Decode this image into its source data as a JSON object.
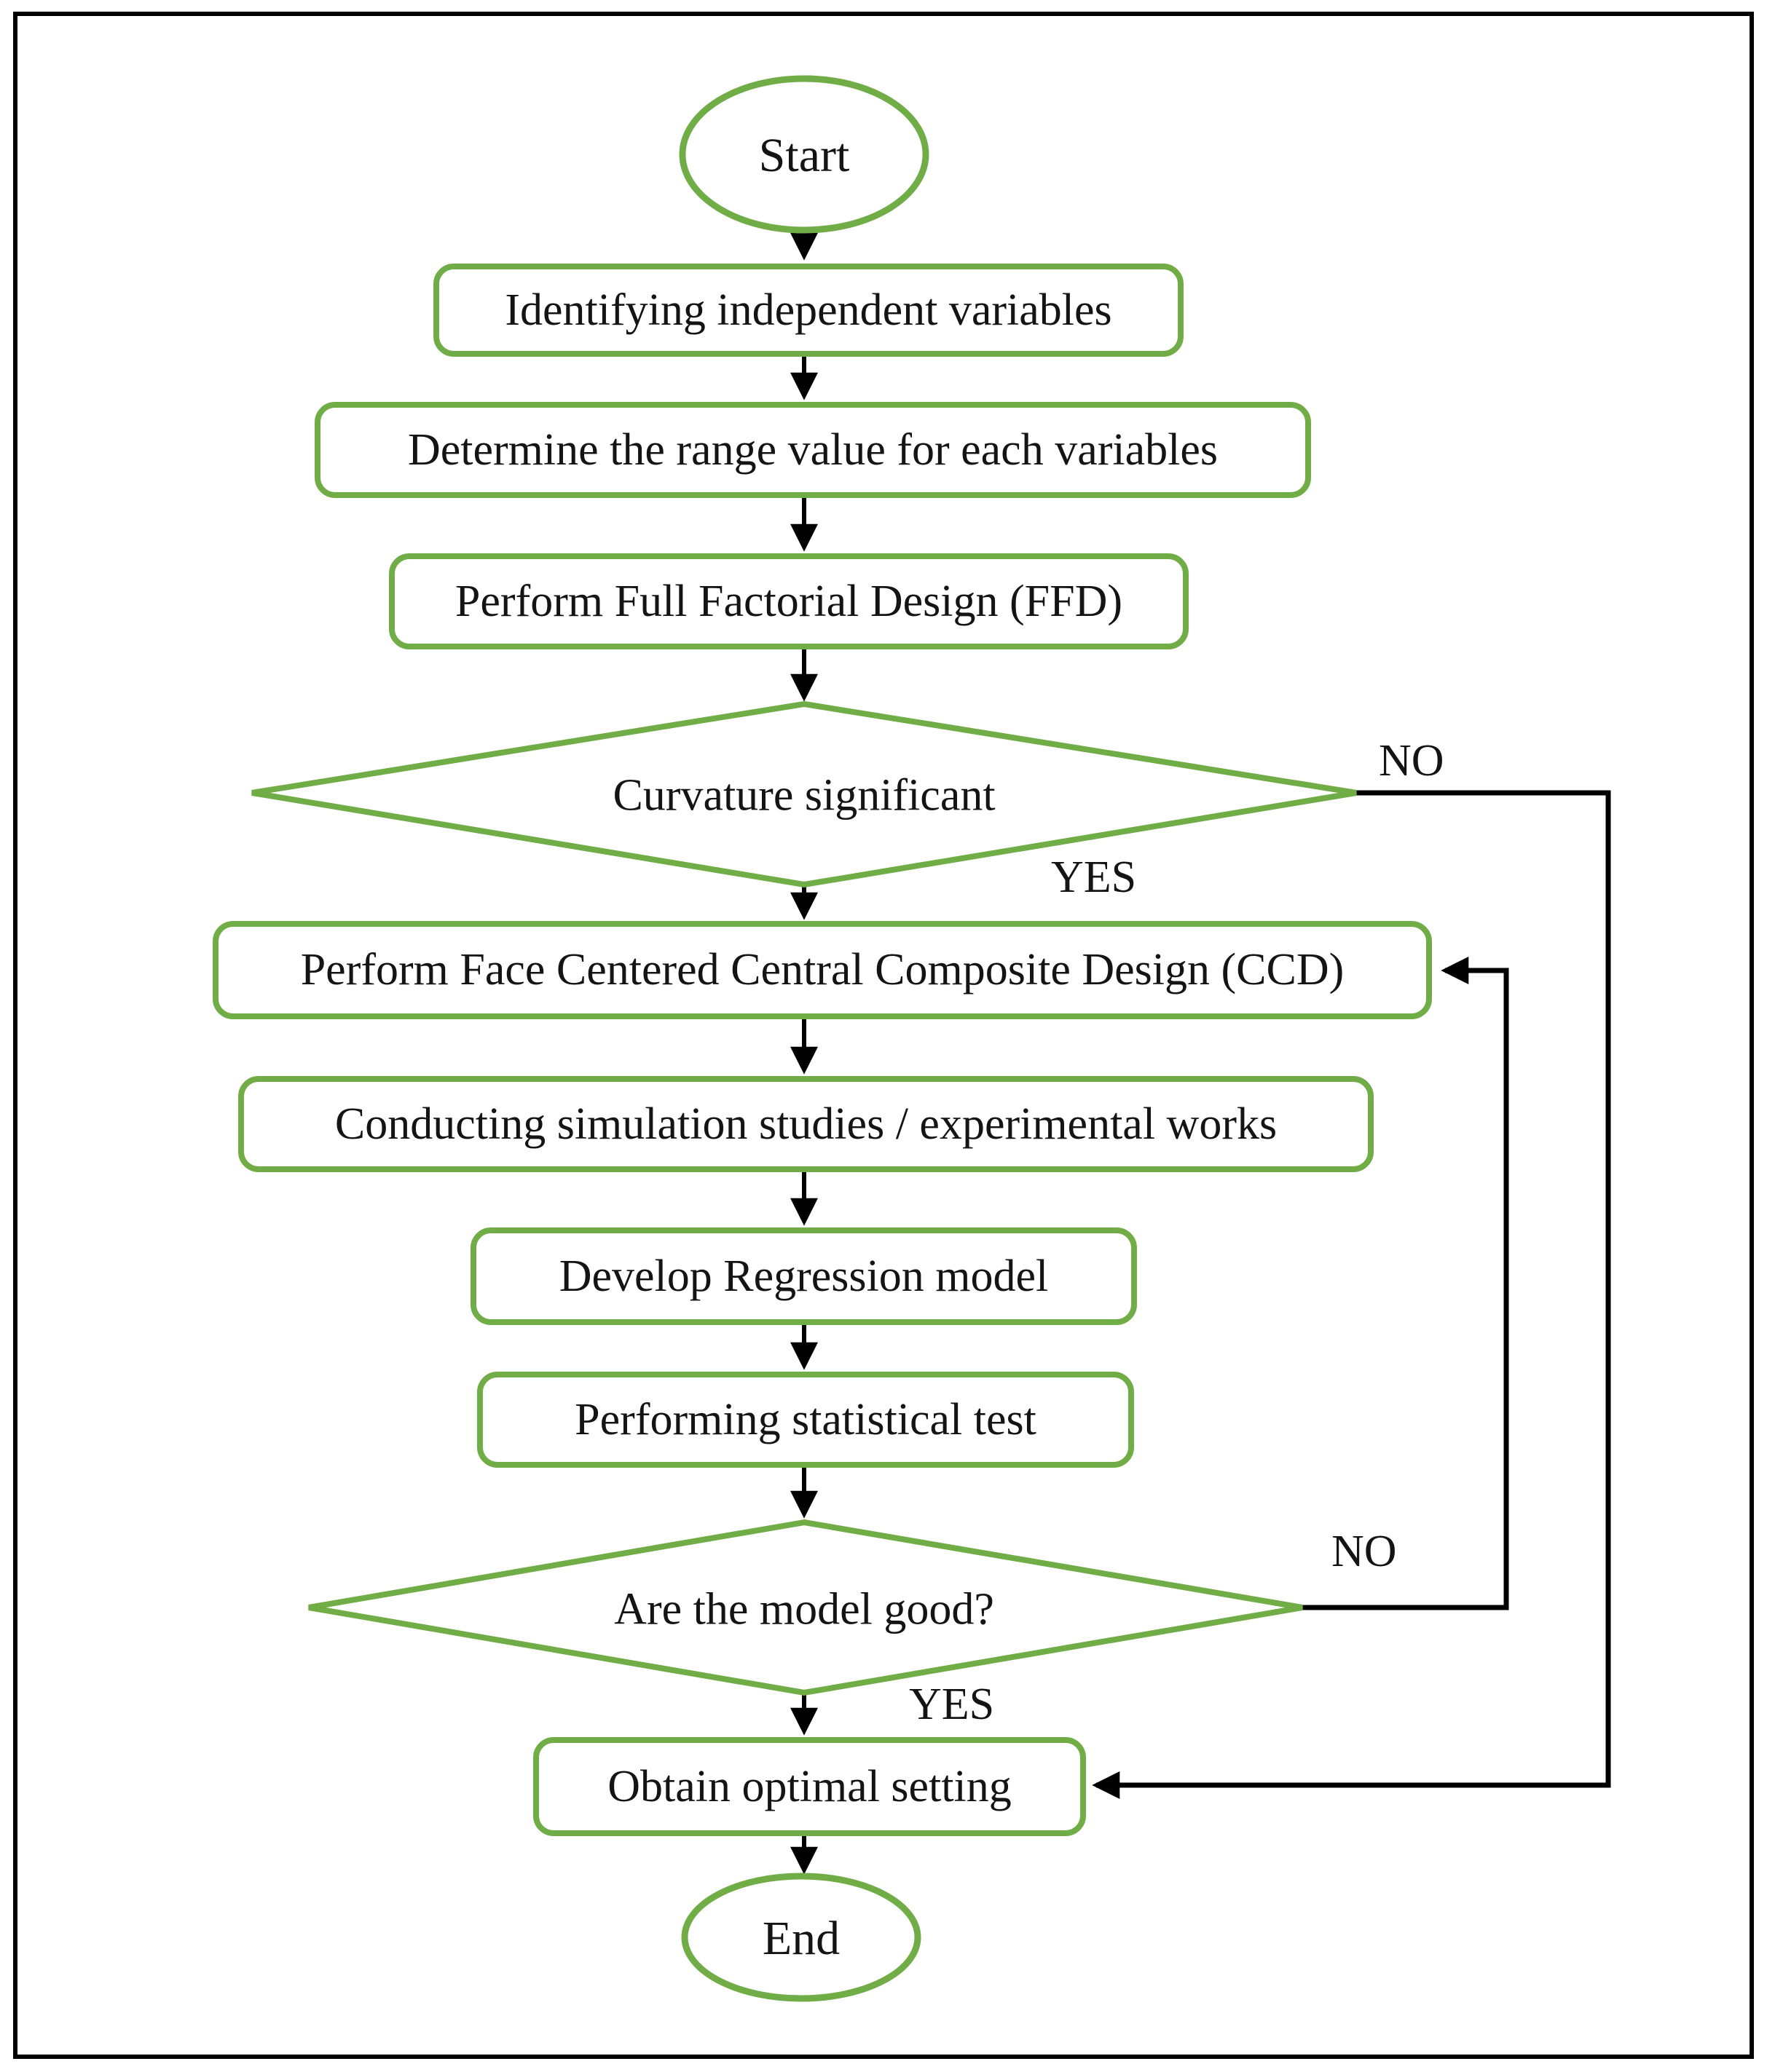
{
  "flowchart": {
    "nodes": {
      "start": {
        "type": "terminator",
        "label": "Start"
      },
      "identify_vars": {
        "type": "process",
        "label": "Identifying independent variables"
      },
      "determine_range": {
        "type": "process",
        "label": "Determine the range value for each variables"
      },
      "ffd": {
        "type": "process",
        "label": "Perform Full Factorial Design (FFD)"
      },
      "curvature": {
        "type": "decision",
        "label": "Curvature significant"
      },
      "ccd": {
        "type": "process",
        "label": "Perform Face Centered Central Composite Design (CCD)"
      },
      "simulation": {
        "type": "process",
        "label": "Conducting simulation studies / experimental works"
      },
      "regression": {
        "type": "process",
        "label": "Develop Regression model"
      },
      "stat_test": {
        "type": "process",
        "label": "Performing statistical test"
      },
      "model_good": {
        "type": "decision",
        "label": "Are the model good?"
      },
      "optimal": {
        "type": "process",
        "label": "Obtain optimal setting"
      },
      "end": {
        "type": "terminator",
        "label": "End"
      }
    },
    "edge_labels": {
      "curvature_no": "NO",
      "curvature_yes": "YES",
      "model_no": "NO",
      "model_yes": "YES"
    },
    "colors": {
      "shape_outline": "#70AD47",
      "connector": "#000000",
      "text": "#141414",
      "background": "#FFFFFF"
    }
  }
}
